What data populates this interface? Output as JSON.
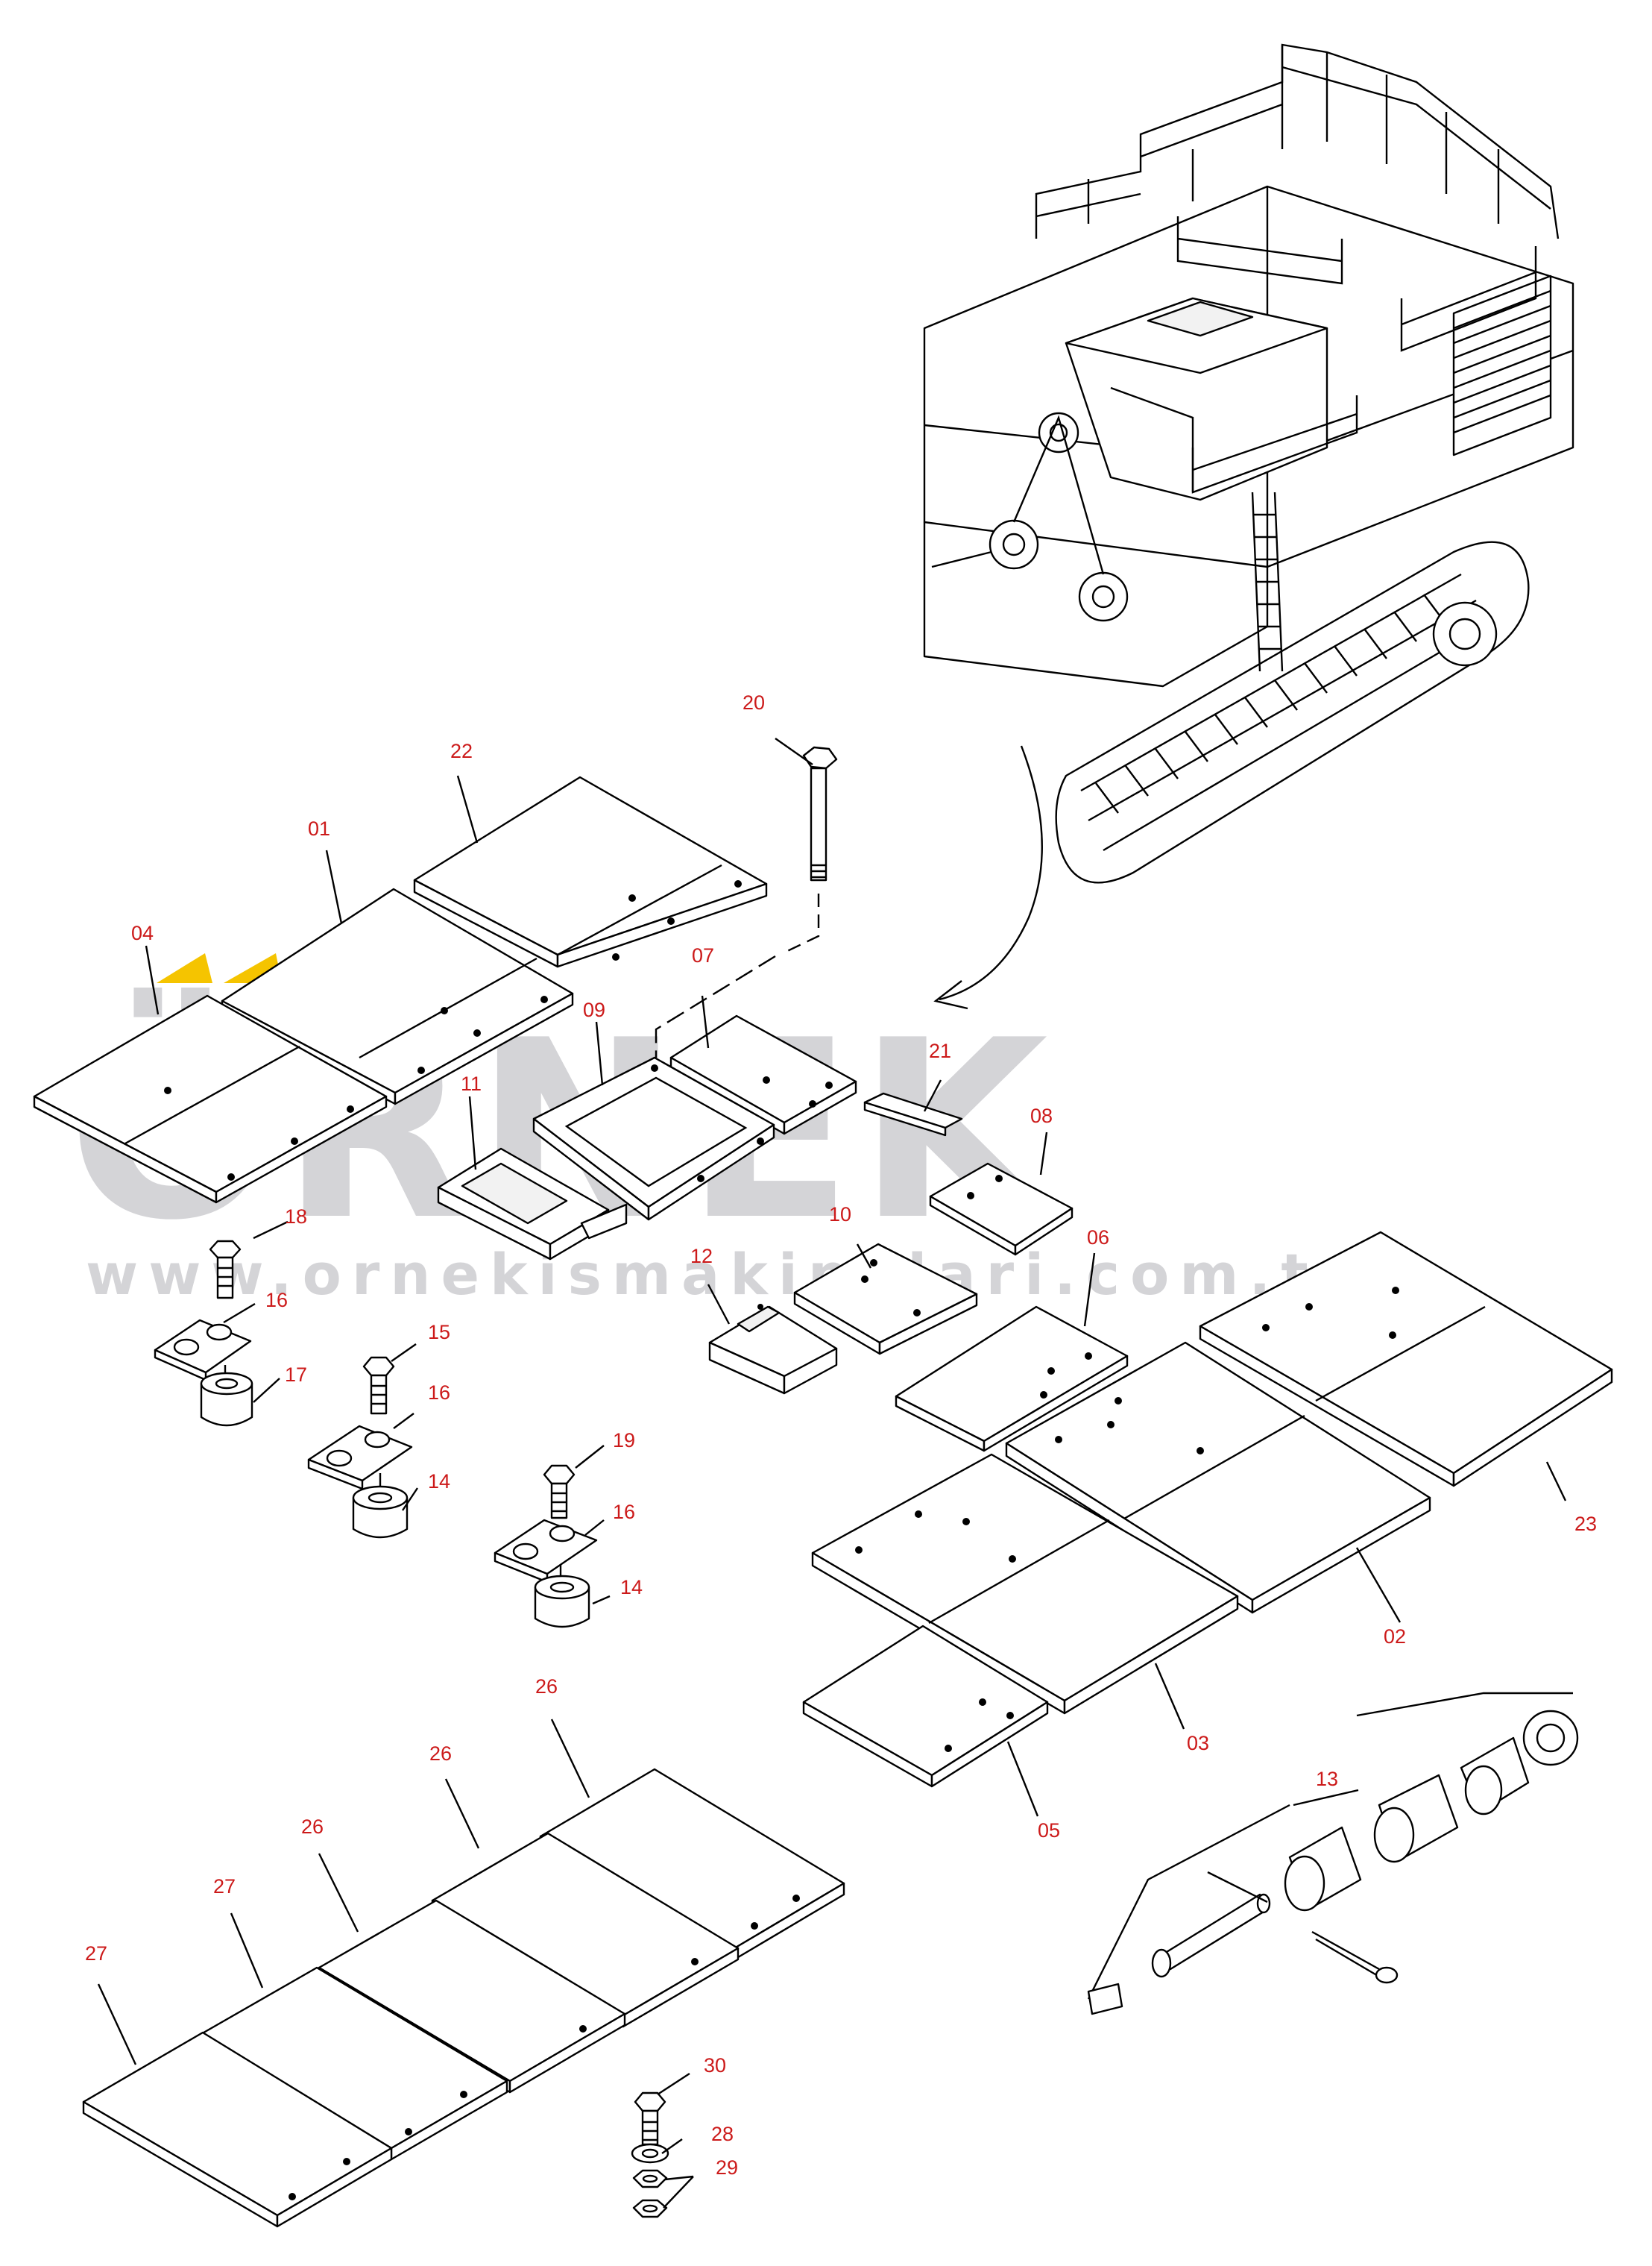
{
  "watermark": {
    "brand": "ÖRNEK",
    "url": "www.ornekismakinalari.com.tr",
    "brand_color": "#d4d4d7",
    "accent_color": "#f5c400"
  },
  "callout_color": "#cc1a1a",
  "callouts": {
    "c01": "01",
    "c02": "02",
    "c03": "03",
    "c04": "04",
    "c05": "05",
    "c06": "06",
    "c07": "07",
    "c08": "08",
    "c09": "09",
    "c10": "10",
    "c11": "11",
    "c12": "12",
    "c13": "13",
    "c14a": "14",
    "c14b": "14",
    "c15": "15",
    "c16a": "16",
    "c16b": "16",
    "c16c": "16",
    "c17": "17",
    "c18": "18",
    "c19": "19",
    "c20": "20",
    "c21": "21",
    "c22": "22",
    "c23": "23",
    "c26a": "26",
    "c26b": "26",
    "c26c": "26",
    "c27a": "27",
    "c27b": "27",
    "c28": "28",
    "c29": "29",
    "c30": "30"
  }
}
